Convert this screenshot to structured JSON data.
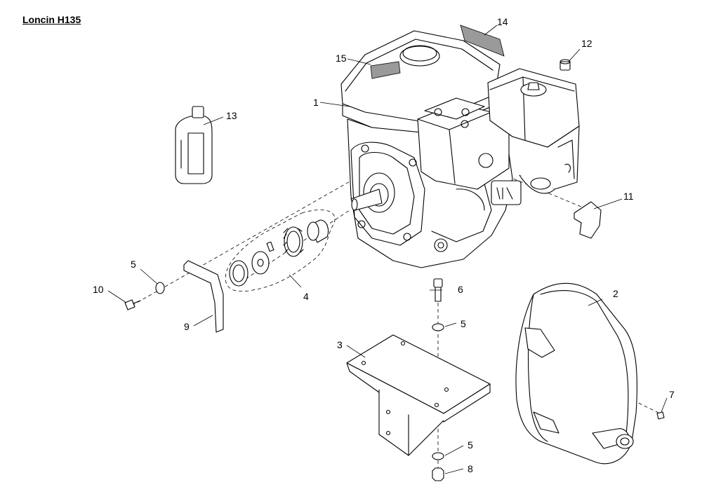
{
  "title": "Loncin H135",
  "callouts": {
    "engine": "1",
    "belt_guard": "2",
    "mounting_bracket": "3",
    "clutch_assembly": "4",
    "washer_upper_left": "5",
    "washer_upper_bolt": "5",
    "washer_lower": "5",
    "bolt_vertical": "6",
    "screw_guard": "7",
    "nut": "8",
    "support_bracket": "9",
    "bolt_left": "10",
    "clip": "11",
    "cap": "12",
    "oil_bottle": "13",
    "label_right": "14",
    "label_top": "15"
  }
}
